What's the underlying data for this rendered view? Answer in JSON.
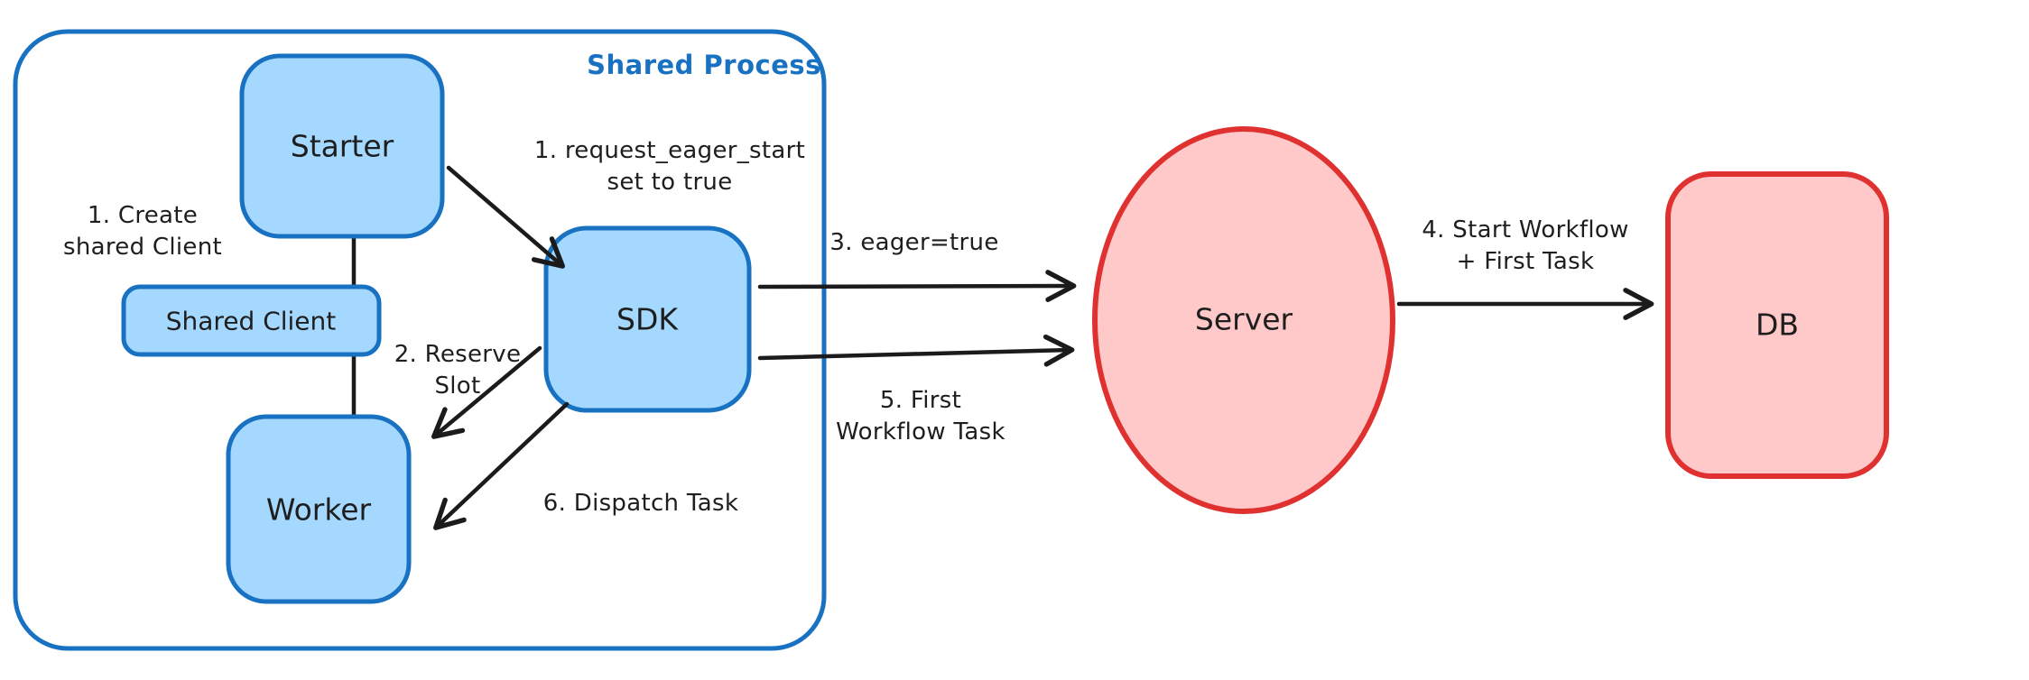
{
  "diagram": {
    "container": {
      "label": "Shared Process"
    },
    "nodes": {
      "starter": {
        "label": "Starter"
      },
      "shared_client": {
        "label": "Shared Client"
      },
      "worker": {
        "label": "Worker"
      },
      "sdk": {
        "label": "SDK"
      },
      "server": {
        "label": "Server"
      },
      "db": {
        "label": "DB"
      }
    },
    "annotations": {
      "create_shared_client": {
        "line1": "1. Create",
        "line2": "shared Client"
      },
      "request_eager_start": {
        "line1": "1. request_eager_start",
        "line2": "set to true"
      },
      "reserve_slot": {
        "line1": "2. Reserve",
        "line2": "Slot"
      },
      "eager_true": {
        "text": "3. eager=true"
      },
      "start_workflow_first_task": {
        "line1": "4. Start Workflow",
        "line2": "+ First Task"
      },
      "first_workflow_task": {
        "line1": "5. First",
        "line2": "Workflow Task"
      },
      "dispatch_task": {
        "text": "6. Dispatch Task"
      }
    },
    "colors": {
      "blue_stroke": "#1971c2",
      "blue_fill": "#a5d8ff",
      "red_stroke": "#e03131",
      "red_fill": "#ffc9c9",
      "arrow": "#1b1b1b",
      "text": "#1e1e1e",
      "background": "#ffffff"
    }
  }
}
